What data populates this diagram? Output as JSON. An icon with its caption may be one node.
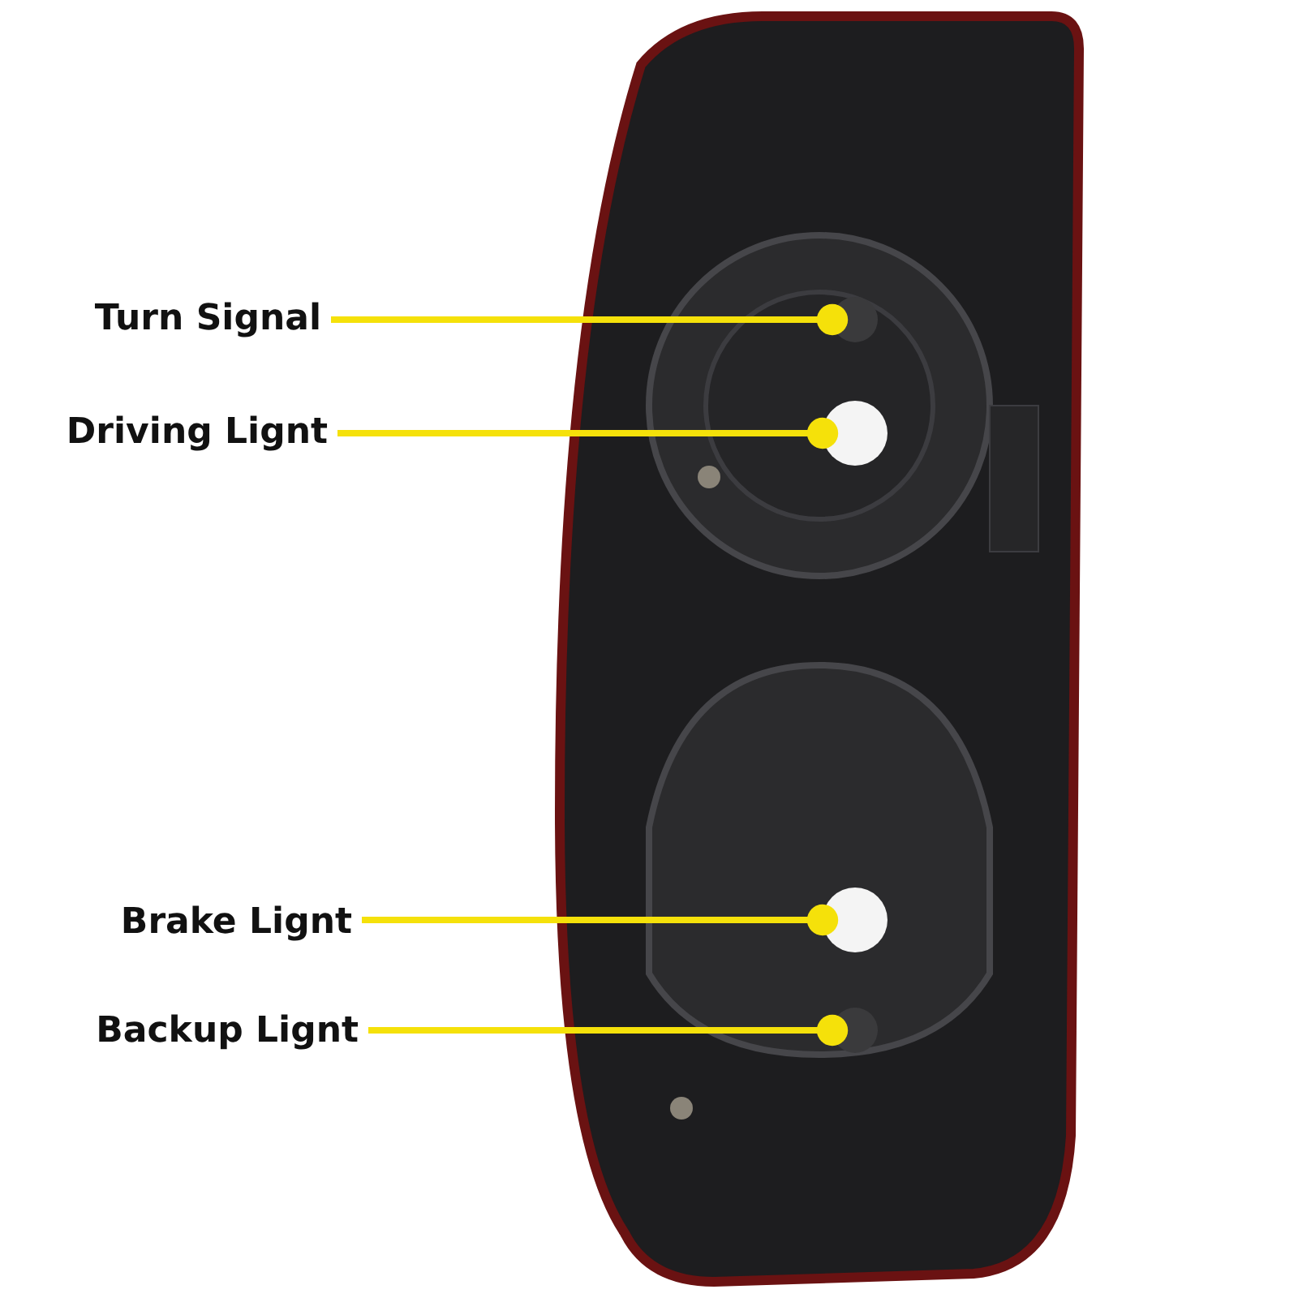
{
  "diagram": {
    "nodes": [
      {
        "text": [
          "Turn Signal"
        ]
      },
      {
        "text": [
          "Driving Lignt"
        ]
      },
      {
        "text": [
          "Brake Lignt"
        ]
      },
      {
        "text": [
          "Backup Lignt"
        ]
      },
      {
        "text": [],
        "shape": "circle"
      },
      {
        "text": [],
        "shape": "circle"
      },
      {
        "text": [],
        "shape": "circle"
      },
      {
        "text": [],
        "shape": "circle"
      }
    ],
    "edges": [
      {
        "from": 0,
        "to": 4,
        "arrow": "other"
      },
      {
        "from": 1,
        "to": 5,
        "arrow": "other"
      },
      {
        "from": 2,
        "to": 6,
        "arrow": "other"
      },
      {
        "from": 3,
        "to": 7,
        "arrow": "other"
      }
    ]
  }
}
